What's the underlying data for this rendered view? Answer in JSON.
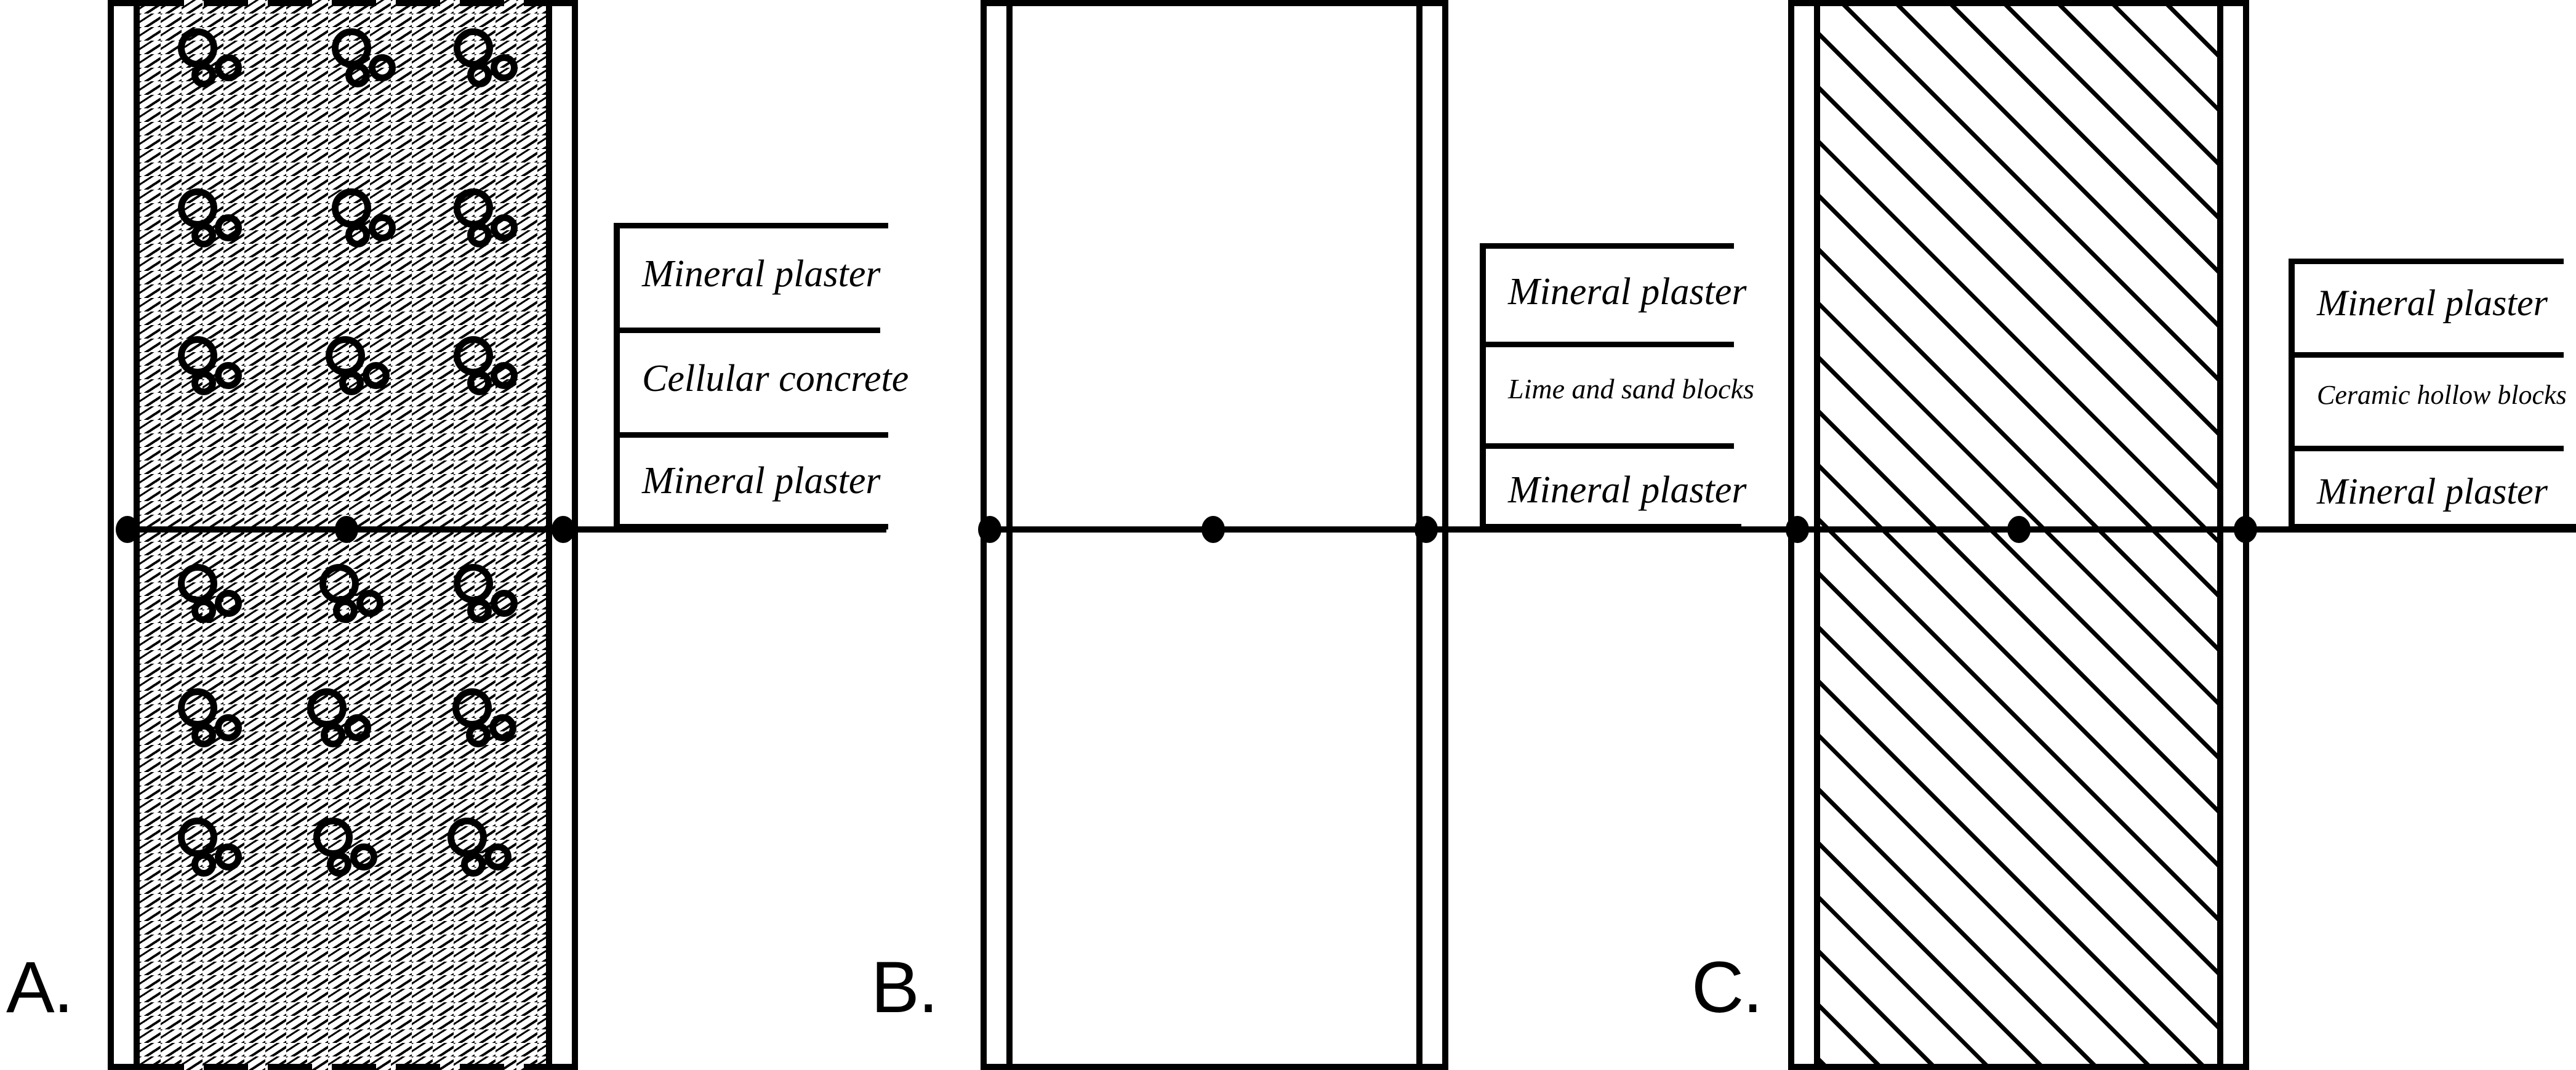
{
  "figure": {
    "type": "technical-diagram",
    "subject": "Comparison of three external wall cross-sections",
    "background_color": "#ffffff",
    "line_color": "#000000"
  },
  "panels": [
    {
      "id": "A",
      "letter": "A.",
      "core_material": "cellular-concrete",
      "core_fill": "stipple-with-pores",
      "core_edges": "dashed",
      "pore_grid": {
        "columns": 3,
        "rows": 6,
        "bubbles_per_cluster": 3
      },
      "callout": {
        "labels": [
          "Mineral plaster",
          "Cellular concrete",
          "Mineral plaster"
        ]
      }
    },
    {
      "id": "B",
      "letter": "B.",
      "core_material": "lime-and-sand-blocks",
      "core_fill": "blank",
      "core_edges": "solid",
      "callout": {
        "labels": [
          "Mineral plaster",
          "Lime and sand blocks",
          "Mineral plaster"
        ]
      }
    },
    {
      "id": "C",
      "letter": "C.",
      "core_material": "ceramic-hollow-blocks",
      "core_fill": "diagonal-hatch",
      "core_edges": "solid",
      "callout": {
        "labels": [
          "Mineral plaster",
          "Ceramic hollow blocks",
          "Mineral plaster"
        ]
      }
    }
  ]
}
